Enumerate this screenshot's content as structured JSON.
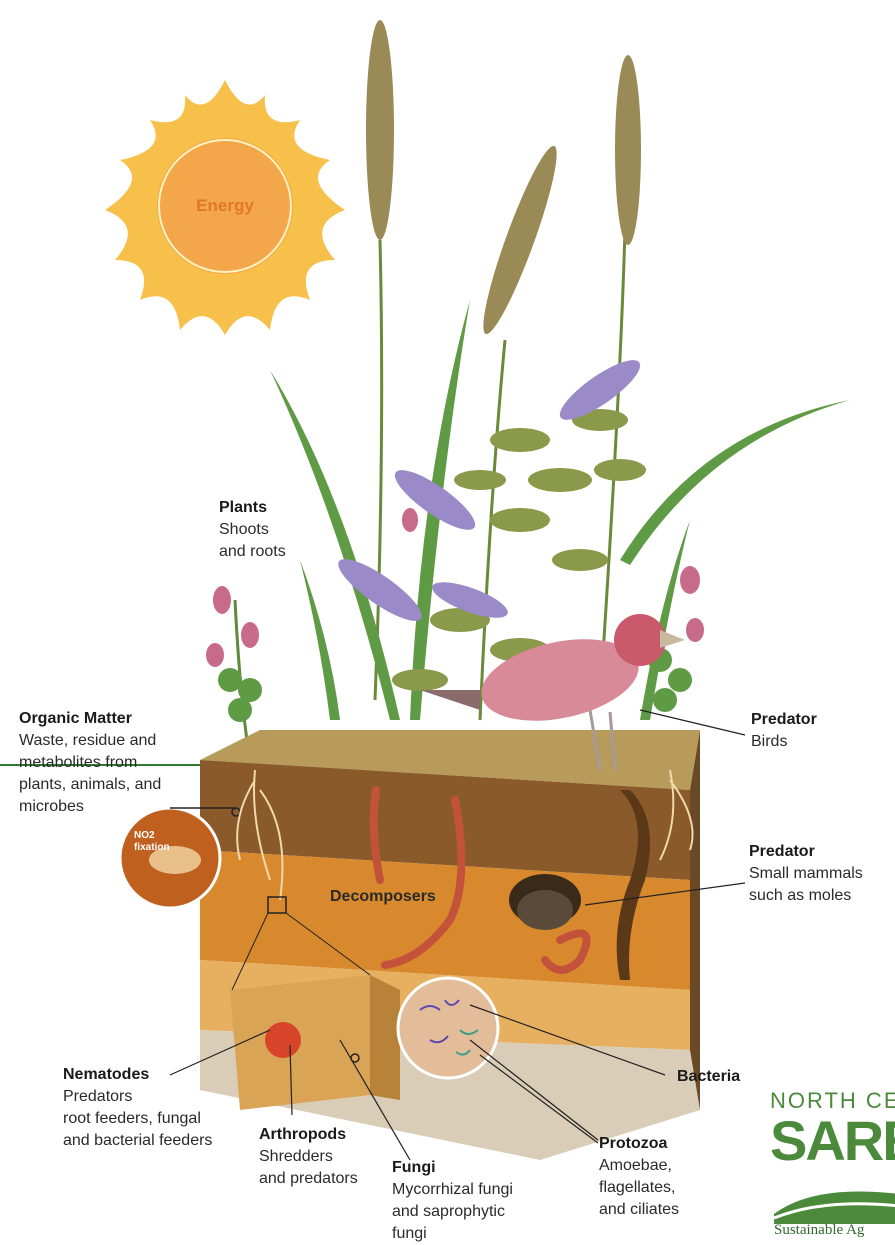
{
  "sun": {
    "label": "Energy"
  },
  "labels": {
    "plants": {
      "title": "Plants",
      "lines": [
        "Shoots",
        "and roots"
      ]
    },
    "organic": {
      "title": "Organic Matter",
      "lines": [
        "Waste, residue and",
        "metabolites from",
        "plants, animals, and",
        "microbes"
      ]
    },
    "birds": {
      "title": "Predator",
      "lines": [
        "Birds"
      ]
    },
    "mammals": {
      "title": "Predator",
      "lines": [
        "Small mammals",
        "such as moles"
      ]
    },
    "decomposers": "Decomposers",
    "bacteria": {
      "title": "Bacteria"
    },
    "nematodes": {
      "title": "Nematodes",
      "lines": [
        "Predators",
        "root feeders, fungal",
        "and bacterial feeders"
      ]
    },
    "arthropods": {
      "title": "Arthropods",
      "lines": [
        "Shredders",
        "and predators"
      ]
    },
    "fungi": {
      "title": "Fungi",
      "lines": [
        "Mycorrhizal fungi",
        "and saprophytic",
        "fungi"
      ]
    },
    "protozoa": {
      "title": "Protozoa",
      "lines": [
        "Amoebae,",
        "flagellates,",
        "and ciliates"
      ]
    },
    "no2": [
      "NO2",
      "fixation"
    ]
  },
  "logo": {
    "top": "NORTH CEN",
    "main": "SARE",
    "bottom": "Sustainable Ag"
  },
  "colors": {
    "sun": "#f6b93b",
    "soil_top": "#8a5a2b",
    "soil_mid": "#d8892e",
    "soil_low": "#e7b060",
    "grass": "#4f8f3a",
    "logo_green": "#4a8a3a"
  }
}
